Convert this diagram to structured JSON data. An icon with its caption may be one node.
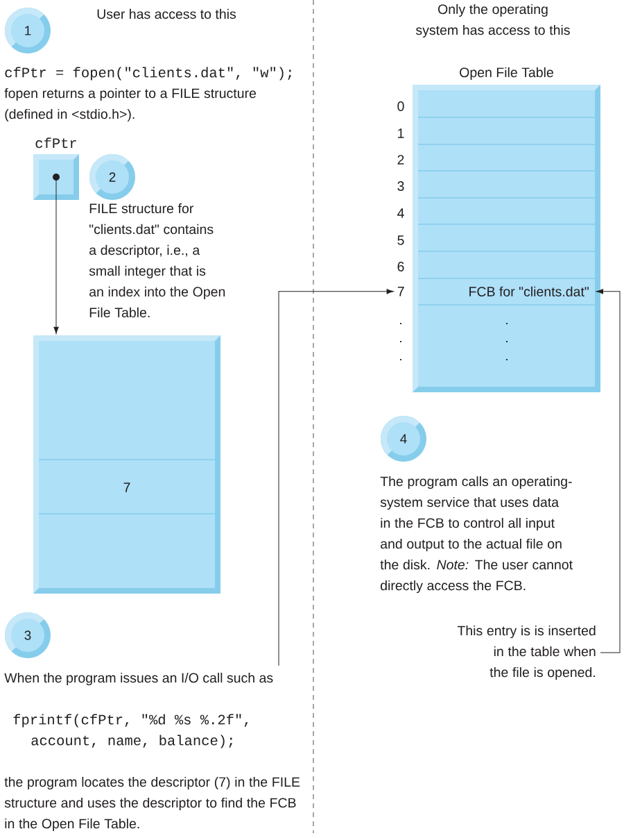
{
  "diagram": {
    "nodes": [
      {
        "text": [
          "1"
        ]
      },
      {
        "text": [
          "cfPtr"
        ]
      },
      {
        "text": [
          "2"
        ]
      },
      {
        "text": [
          "7"
        ]
      },
      {
        "text": [
          "3"
        ]
      },
      {
        "text": [
          "When the program issues an I/O call such as"
        ]
      },
      {
        "text": [
          "Open File Table"
        ]
      },
      {
        "text": [
          "7",
          "FCB for \"clients.dat\""
        ],
        "in": 6
      },
      {
        "text": [
          "4"
        ]
      },
      {
        "text": [
          "This entry is is inserted in the table when the file is opened."
        ]
      }
    ],
    "edges": [
      {
        "from": 1,
        "to": 3,
        "arrow": "to"
      },
      {
        "from": 5,
        "to": 7,
        "arrow": "to"
      },
      {
        "from": 9,
        "to": 7,
        "arrow": "to"
      }
    ],
    "labels": [
      "User has access to this",
      "Only the operating system has access to this",
      "cfPtr = fopen(\"clients.dat\", \"w\");",
      "fopen returns a pointer to a FILE structure (defined in <stdio.h>).",
      "FILE structure for \"clients.dat\" contains a descriptor, i.e., a small integer that is an index into the Open File Table.",
      "0",
      "1",
      "2",
      "3",
      "4",
      "5",
      "6",
      ".",
      ".",
      ".",
      ".",
      ".",
      ".",
      "fprintf(cfPtr, \"%d %s %.2f\",",
      "account, name, balance);",
      "the program locates the descriptor (7) in the FILE structure and uses the descriptor to find the FCB in the Open File Table.",
      "The program calls an operating-system service that uses data in the FCB to control all input and output to the actual file on the disk. *Note:* The user cannot directly access the FCB."
    ]
  }
}
